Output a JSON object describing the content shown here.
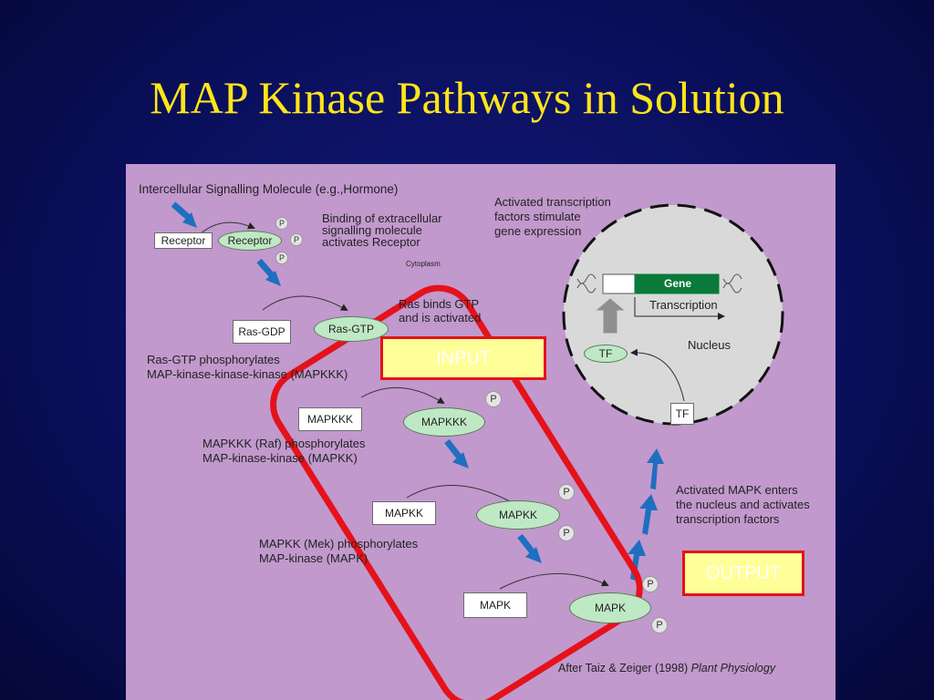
{
  "slide": {
    "title": "MAP Kinase Pathways in Solution"
  },
  "diagram": {
    "top_label": "Intercellular Signalling Molecule (e.g.,Hormone)",
    "receptor_box": "Receptor",
    "receptor_oval": "Receptor",
    "binding_text": [
      "Binding of extracellular",
      "signalling molecule",
      "activates Receptor"
    ],
    "cytoplasm": "Cytoplasm",
    "ras_gdp": "Ras-GDP",
    "ras_gtp": "Ras-GTP",
    "ras_binds": [
      "Ras binds GTP",
      "and is activated"
    ],
    "ras_phos": [
      "Ras-GTP phosphorylates",
      "MAP-kinase-kinase-kinase (MAPKKK)"
    ],
    "mapkkk_box": "MAPKKK",
    "mapkkk_oval": "MAPKKK",
    "mapkkk_phos": [
      "MAPKKK (Raf) phosphorylates",
      "MAP-kinase-kinase (MAPKK)"
    ],
    "mapkk_box": "MAPKK",
    "mapkk_oval": "MAPKK",
    "mapkk_phos": [
      "MAPKK (Mek) phosphorylates",
      "MAP-kinase (MAPK)"
    ],
    "mapk_box": "MAPK",
    "mapk_oval": "MAPK",
    "p": "P",
    "activated_tf": [
      "Activated transcription",
      "factors stimulate",
      "gene expression"
    ],
    "gene": "Gene",
    "transcription": "Transcription",
    "nucleus": "Nucleus",
    "tf_oval": "TF",
    "tf_box": "TF",
    "activated_mapk": [
      "Activated MAPK enters",
      "the nucleus and activates",
      "transcription factors"
    ],
    "credit_prefix": "After Taiz & Zeiger (1998) ",
    "credit_italic": "Plant Physiology"
  },
  "annotations": {
    "input": "INPUT",
    "output": "OUTPUT"
  },
  "colors": {
    "title": "#ffe51a",
    "panel": "#c199cd",
    "highlight": "#e5121a",
    "arrow_blue": "#1f6fc0",
    "gene_green": "#0a7a3a"
  }
}
